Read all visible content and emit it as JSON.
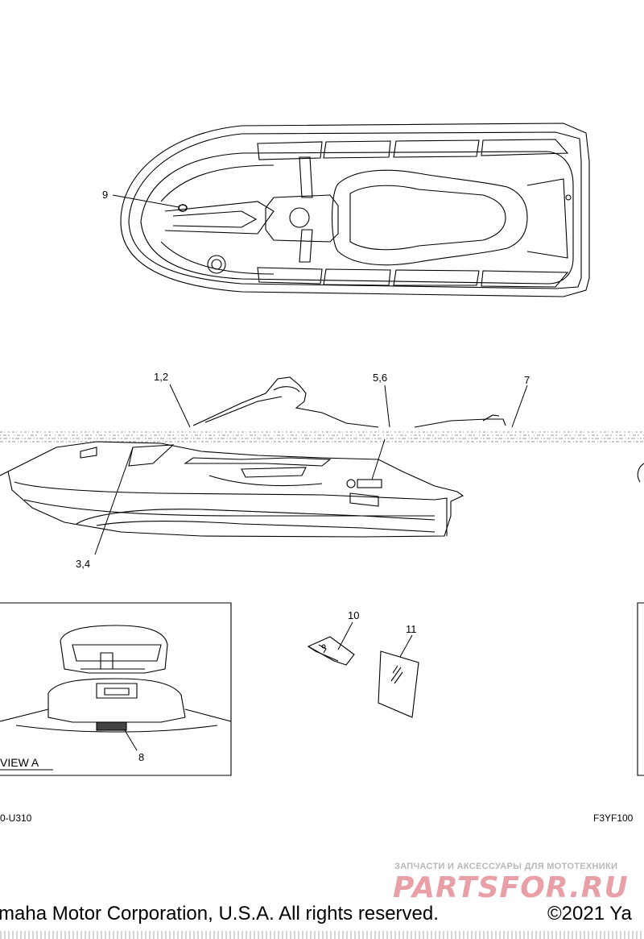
{
  "callouts": {
    "c9": "9",
    "c12": "1,2",
    "c56": "5,6",
    "c7": "7",
    "c34": "3,4",
    "c10": "10",
    "c11": "11",
    "c8": "8"
  },
  "view_label": "VIEW A",
  "codes": {
    "left": "0-U310",
    "right": "F3YF100"
  },
  "watermark": {
    "tagline": "ЗАПЧАСТИ И АКСЕССУАРЫ ДЛЯ МОТОТЕХНИКИ",
    "logo": "PARTSFOR.RU"
  },
  "footer": {
    "copyright": "maha Motor Corporation, U.S.A. All rights reserved.",
    "year": "©2021 Ya"
  }
}
